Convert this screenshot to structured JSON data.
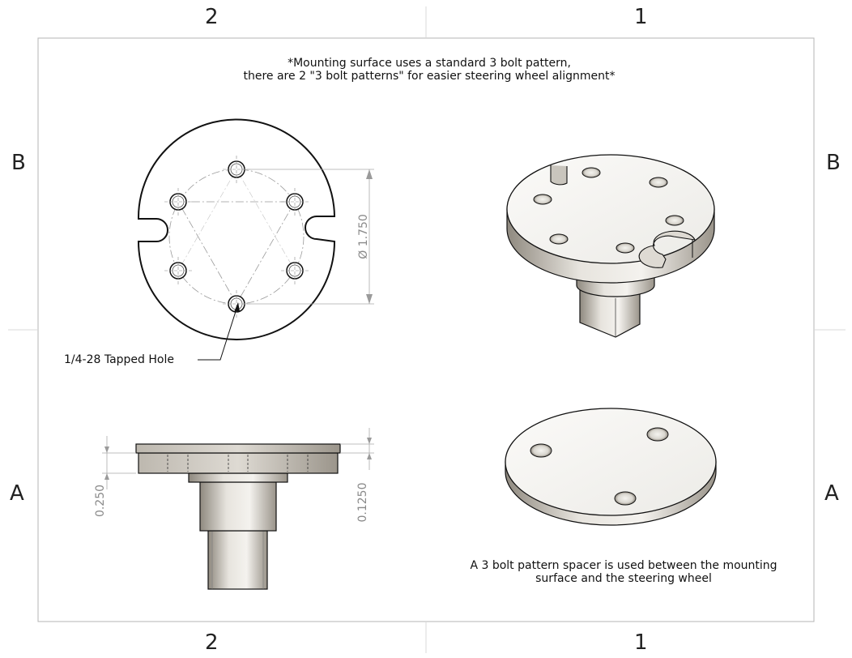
{
  "border": {
    "top": [
      "2",
      "1"
    ],
    "bottom": [
      "2",
      "1"
    ],
    "left": [
      "B",
      "A"
    ],
    "right": [
      "B",
      "A"
    ]
  },
  "notes": {
    "mounting_line1": "*Mounting surface uses a standard 3 bolt pattern,",
    "mounting_line2": "there are 2 \"3 bolt patterns\" for easier steering wheel alignment*",
    "spacer_line1": "A 3 bolt pattern spacer is used between the mounting",
    "spacer_line2": "surface and the steering wheel"
  },
  "callouts": {
    "tapped_hole": "1/4-28 Tapped Hole"
  },
  "dimensions": {
    "bolt_circle_diameter": "Ø 1.750",
    "hub_height": "0.250",
    "flange_thickness": "0.1250"
  },
  "colors": {
    "line": "#111111",
    "dim": "#8a8a8a",
    "metal_light": "#f2f0ec",
    "metal_mid": "#c9c5bd",
    "metal_dark": "#8d877d"
  }
}
